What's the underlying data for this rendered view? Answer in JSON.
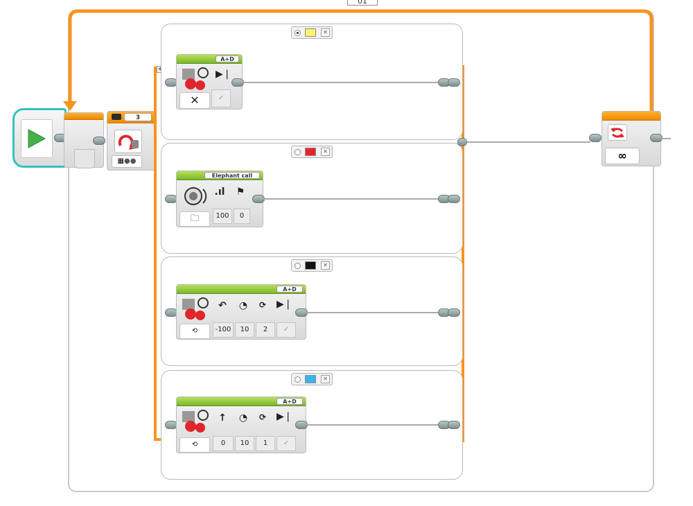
{
  "loop": {
    "label": "01",
    "count_symbol": "∞"
  },
  "switch": {
    "port": "3",
    "cases": [
      {
        "selected": true,
        "color_name": "yellow",
        "color": "#fff36b",
        "remove_label": "×"
      },
      {
        "selected": false,
        "color_name": "red",
        "color": "#e8232a",
        "remove_label": "×"
      },
      {
        "selected": false,
        "color_name": "black",
        "color": "#111111",
        "remove_label": "×"
      },
      {
        "selected": false,
        "color_name": "blue",
        "color": "#3ab5f0",
        "remove_label": "×"
      }
    ],
    "add_case_label": "+"
  },
  "blocks": {
    "stop_motor": {
      "ports": "A+D",
      "mode_icon": "stop-icon",
      "brake_symbol": "✕",
      "check": "✓"
    },
    "sound": {
      "name": "Elephant call",
      "volume": "100",
      "play_type": "0"
    },
    "rotate": {
      "ports": "A+D",
      "steering": "-100",
      "power": "10",
      "rotations": "2",
      "check": "✓"
    },
    "forward": {
      "ports": "A+D",
      "steering": "0",
      "power": "10",
      "rotations": "1",
      "check": "✓"
    }
  },
  "colors": {
    "accent_orange": "#f7941d",
    "start_teal": "#33c2c2",
    "play_green": "#47b04b",
    "action_green": "#7cb82c"
  }
}
